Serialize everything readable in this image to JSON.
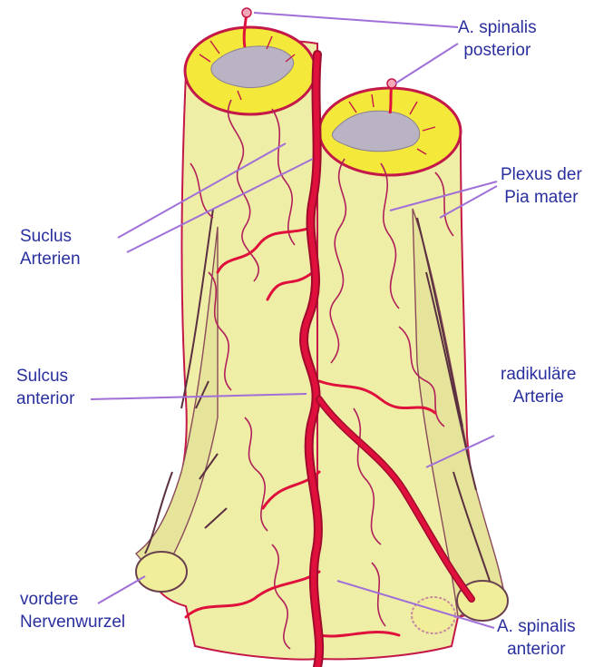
{
  "colors": {
    "cord_fill": "#eeeea6",
    "cut_surface": "#f4e83a",
    "grey_matter": "#b9b3c3",
    "artery": "#e0103c",
    "artery_dark": "#a00a2c",
    "vessel_thin": "#b0205a",
    "nerve_line": "#7a4a5a",
    "outline": "#c41848",
    "label_text": "#2a2f9e",
    "pointer_line": "#a070d8"
  },
  "labels": {
    "a_spinalis_posterior": {
      "line1": "A. spinalis",
      "line2": "posterior"
    },
    "plexus_pia_mater": {
      "line1": "Plexus der",
      "line2": "Pia mater"
    },
    "suclus_arterien": {
      "line1": "Suclus",
      "line2": "Arterien"
    },
    "sulcus_anterior": {
      "line1": "Sulcus",
      "line2": "anterior"
    },
    "radikulaere_arterie": {
      "line1": "radikuläre",
      "line2": "Arterie"
    },
    "vordere_nervenwurzel": {
      "line1": "vordere",
      "line2": "Nervenwurzel"
    },
    "a_spinalis_anterior": {
      "line1": "A. spinalis",
      "line2": "anterior"
    }
  }
}
